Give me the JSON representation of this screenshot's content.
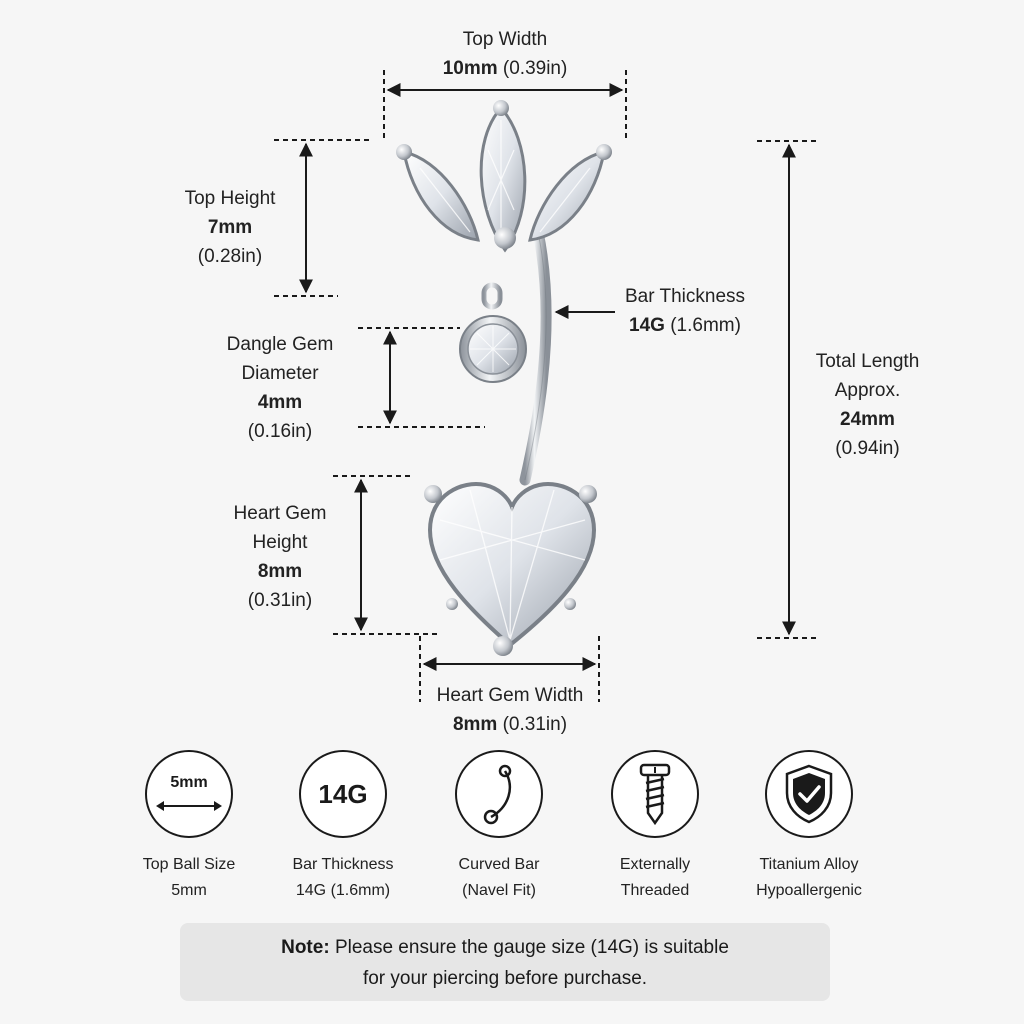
{
  "dims": {
    "top_width": {
      "label": "Top Width",
      "mm": "10mm",
      "inch": "(0.39in)"
    },
    "top_height": {
      "label": "Top Height",
      "mm": "7mm",
      "inch": "(0.28in)"
    },
    "dangle": {
      "label1": "Dangle Gem",
      "label2": "Diameter",
      "mm": "4mm",
      "inch": "(0.16in)"
    },
    "heart_height": {
      "label1": "Heart Gem",
      "label2": "Height",
      "mm": "8mm",
      "inch": "(0.31in)"
    },
    "heart_width": {
      "label": "Heart Gem Width",
      "mm": "8mm",
      "inch": "(0.31in)"
    },
    "bar": {
      "label": "Bar Thickness",
      "gauge": "14G",
      "mm": "(1.6mm)"
    },
    "total": {
      "label1": "Total Length",
      "label2": "Approx.",
      "mm": "24mm",
      "inch": "(0.94in)"
    }
  },
  "features": [
    {
      "icon": "5mm",
      "line1": "Top Ball Size",
      "line2": "5mm"
    },
    {
      "icon": "14G",
      "line1": "Bar Thickness",
      "line2": "14G (1.6mm)"
    },
    {
      "line1": "Curved Bar",
      "line2": "(Navel Fit)"
    },
    {
      "line1": "Externally",
      "line2": "Threaded"
    },
    {
      "line1": "Titanium Alloy",
      "line2": "Hypoallergenic"
    }
  ],
  "note": {
    "label": "Note:",
    "line1": "Please ensure the gauge size (14G) is suitable",
    "line2": "for your piercing before purchase."
  },
  "colors": {
    "text": "#1a1a1a",
    "note_bg": "#e6e6e6",
    "metal": "#c8ccd2"
  }
}
